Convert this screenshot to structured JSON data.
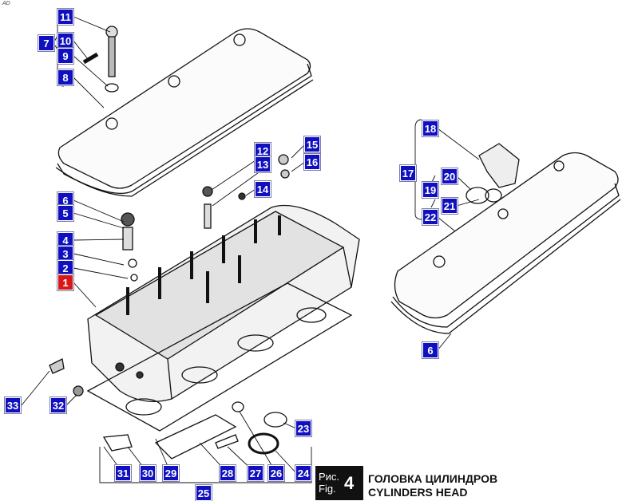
{
  "corner_mark": "AD",
  "figure": {
    "prefix_ru": "Рис.",
    "prefix_en": "Fig.",
    "number": "4",
    "title_ru": "ГОЛОВКА ЦИЛИНДРОВ",
    "title_en": "CYLINDERS HEAD"
  },
  "callouts": {
    "c1": "1",
    "c2": "2",
    "c3": "3",
    "c4": "4",
    "c5": "5",
    "c6": "6",
    "c6b": "6",
    "c7": "7",
    "c8": "8",
    "c9": "9",
    "c10": "10",
    "c11": "11",
    "c12": "12",
    "c13": "13",
    "c14": "14",
    "c15": "15",
    "c16": "16",
    "c17": "17",
    "c18": "18",
    "c19": "19",
    "c20": "20",
    "c21": "21",
    "c22": "22",
    "c23": "23",
    "c24": "24",
    "c25": "25",
    "c26": "26",
    "c27": "27",
    "c28": "28",
    "c29": "29",
    "c30": "30",
    "c31": "31",
    "c32": "32",
    "c33": "33"
  },
  "colors": {
    "callout": "#1010c0",
    "highlight": "#d81818"
  }
}
